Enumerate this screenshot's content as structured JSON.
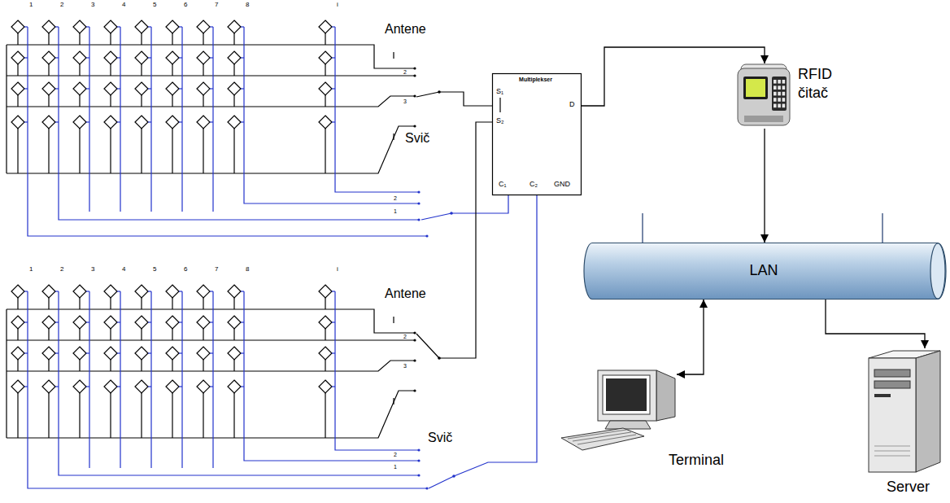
{
  "diagram": {
    "nodes": [
      {
        "text": [
          "Multiplekser",
          "S₁",
          "S₂",
          "D",
          "C₁",
          "C₂",
          "GND"
        ]
      },
      {
        "text": [
          "RFID čitač"
        ]
      },
      {
        "text": [
          "LAN"
        ]
      },
      {
        "text": [
          "Terminal"
        ]
      },
      {
        "text": [
          "Server"
        ]
      }
    ],
    "edges": [
      {
        "from": 0,
        "to": 1,
        "arrow": "to"
      },
      {
        "from": 1,
        "to": 2,
        "arrow": "to"
      },
      {
        "from": 2,
        "to": 3,
        "arrow": "both"
      },
      {
        "from": 2,
        "to": 4,
        "arrow": "to"
      }
    ],
    "labels": [
      "1",
      "2",
      "3",
      "4",
      "5",
      "6",
      "7",
      "8",
      "i",
      "Antene",
      "2",
      "3",
      "Svič",
      "2",
      "1",
      "1",
      "2",
      "3",
      "4",
      "5",
      "6",
      "7",
      "8",
      "i",
      "Antene",
      "2",
      "3",
      "Svič",
      "2",
      "1"
    ]
  }
}
